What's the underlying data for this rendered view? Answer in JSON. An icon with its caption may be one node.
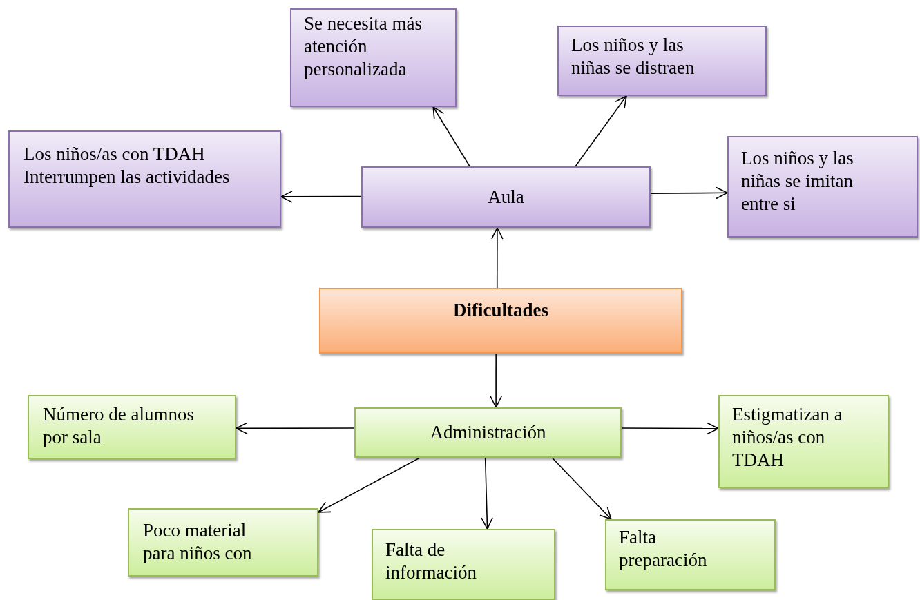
{
  "diagram": {
    "nodes": [
      {
        "text": [
          "Dificultades"
        ]
      },
      {
        "text": [
          "Aula"
        ]
      },
      {
        "text": [
          "Los niños/as con TDAH Interrumpen las actividades"
        ]
      },
      {
        "text": [
          "Se necesita más atención personalizada"
        ]
      },
      {
        "text": [
          "Los niños y las niñas se distraen"
        ]
      },
      {
        "text": [
          "Los niños y las niñas se imitan entre si"
        ]
      },
      {
        "text": [
          "Administración"
        ]
      },
      {
        "text": [
          "Número de alumnos por sala"
        ]
      },
      {
        "text": [
          "Estigmatizan a niños/as con TDAH"
        ]
      },
      {
        "text": [
          "Poco material para niños con"
        ]
      },
      {
        "text": [
          "Falta de información"
        ]
      },
      {
        "text": [
          "Falta preparación"
        ]
      }
    ],
    "edges": [
      {
        "from": 0,
        "to": 1,
        "arrow": "to"
      },
      {
        "from": 1,
        "to": 2,
        "arrow": "to"
      },
      {
        "from": 1,
        "to": 3,
        "arrow": "to"
      },
      {
        "from": 1,
        "to": 4,
        "arrow": "to"
      },
      {
        "from": 1,
        "to": 5,
        "arrow": "to"
      },
      {
        "from": 0,
        "to": 6,
        "arrow": "to"
      },
      {
        "from": 6,
        "to": 7,
        "arrow": "to"
      },
      {
        "from": 6,
        "to": 8,
        "arrow": "to"
      },
      {
        "from": 6,
        "to": 9,
        "arrow": "to"
      },
      {
        "from": 6,
        "to": 10,
        "arrow": "to"
      },
      {
        "from": 6,
        "to": 11,
        "arrow": "to"
      }
    ]
  }
}
